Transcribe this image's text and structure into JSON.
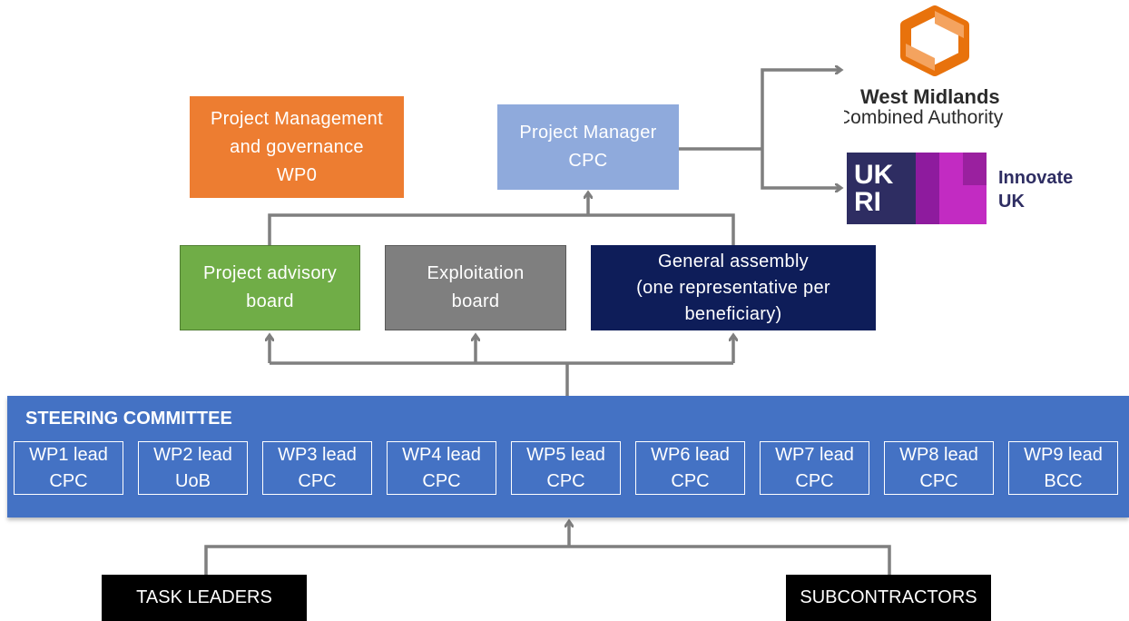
{
  "colors": {
    "orange": "#ed7d31",
    "light_blue": "#8faadc",
    "green": "#70ad47",
    "grey": "#7f7f7f",
    "navy": "#0e1d59",
    "steering_blue": "#4472c4",
    "connector": "#7f7f7f",
    "wmca_orange": "#e8720c",
    "ukri_navy": "#2e2d62",
    "ukri_magenta": "#c22bc2"
  },
  "project_management": {
    "line1": "Project Management",
    "line2": "and governance",
    "line3": "WP0"
  },
  "project_manager": {
    "line1": "Project Manager",
    "line2": "CPC"
  },
  "advisory_board": {
    "line1": "Project advisory",
    "line2": "board"
  },
  "exploitation_board": {
    "line1": "Exploitation",
    "line2": "board"
  },
  "general_assembly": {
    "line1": "General assembly",
    "line2": "(one representative per",
    "line3": "beneficiary)"
  },
  "steering": {
    "title": "STEERING COMMITTEE",
    "leads": [
      {
        "label": "WP1 lead",
        "org": "CPC"
      },
      {
        "label": "WP2 lead",
        "org": "UoB"
      },
      {
        "label": "WP3 lead",
        "org": "CPC"
      },
      {
        "label": "WP4 lead",
        "org": "CPC"
      },
      {
        "label": "WP5 lead",
        "org": "CPC"
      },
      {
        "label": "WP6 lead",
        "org": "CPC"
      },
      {
        "label": "WP7 lead",
        "org": "CPC"
      },
      {
        "label": "WP8 lead",
        "org": "CPC"
      },
      {
        "label": "WP9 lead",
        "org": "BCC"
      }
    ]
  },
  "task_leaders": "TASK LEADERS",
  "subcontractors": "SUBCONTRACTORS",
  "logos": {
    "wmca": {
      "line1": "West Midlands",
      "line2": "Combined Authority"
    },
    "ukri": {
      "mark_top": "UK",
      "mark_bottom": "RI",
      "text1": "Innovate",
      "text2": "UK"
    }
  }
}
